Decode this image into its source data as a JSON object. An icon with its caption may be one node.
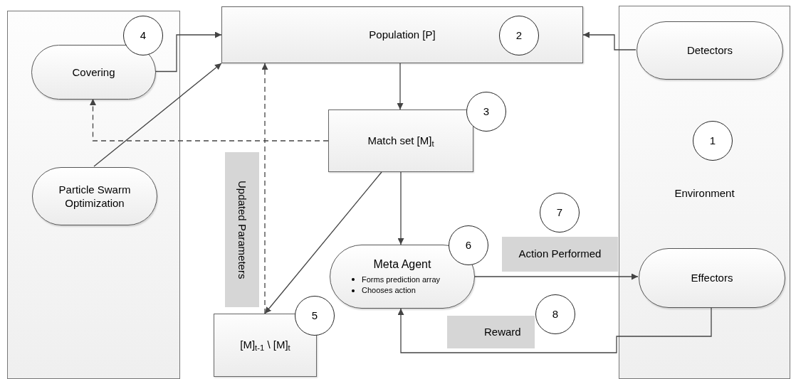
{
  "diagram": {
    "nodes": [
      {
        "text": [],
        "shape": "box"
      },
      {
        "text": [
          "Covering"
        ],
        "in": 0
      },
      {
        "text": [
          "4"
        ],
        "in": 0
      },
      {
        "text": [
          "Particle Swarm Optimization"
        ],
        "in": 0
      },
      {
        "text": [
          "Population [P]"
        ]
      },
      {
        "text": [
          "2"
        ],
        "in": 4
      },
      {
        "text": [
          "Environment"
        ]
      },
      {
        "text": [
          "Detectors"
        ],
        "in": 6
      },
      {
        "text": [
          "1"
        ],
        "in": 6
      },
      {
        "text": [
          "Effectors"
        ],
        "in": 6
      },
      {
        "text": [
          "Match set [M]$_{t}$"
        ]
      },
      {
        "text": [
          "3"
        ]
      },
      {
        "text": [
          "Updated Parameters"
        ]
      },
      {
        "text": [
          "Meta Agent",
          "Forms prediction array",
          "Chooses action"
        ]
      },
      {
        "text": [
          "6"
        ]
      },
      {
        "text": [
          "7"
        ]
      },
      {
        "text": [
          "Action Performed"
        ]
      },
      {
        "text": [
          "[M]$_{t-1}$ \\ [M]$_{t}$"
        ]
      },
      {
        "text": [
          "5"
        ]
      },
      {
        "text": [
          "8"
        ]
      },
      {
        "text": [
          "Reward"
        ]
      }
    ],
    "edges": [
      {
        "from": 1,
        "to": 4,
        "arrow": "to"
      },
      {
        "from": 3,
        "to": 4,
        "arrow": "to"
      },
      {
        "from": 7,
        "to": 4,
        "arrow": "to"
      },
      {
        "from": 4,
        "to": 10,
        "arrow": "to"
      },
      {
        "from": 10,
        "to": 1,
        "arrow": "to",
        "style": "dashed"
      },
      {
        "from": 17,
        "to": 4,
        "arrow": "to",
        "style": "dashed"
      },
      {
        "from": 10,
        "to": 17,
        "arrow": "to"
      },
      {
        "from": 10,
        "to": 13,
        "arrow": "to"
      },
      {
        "from": 13,
        "to": 9,
        "arrow": "to"
      },
      {
        "from": 9,
        "to": 13,
        "arrow": "to"
      }
    ]
  }
}
